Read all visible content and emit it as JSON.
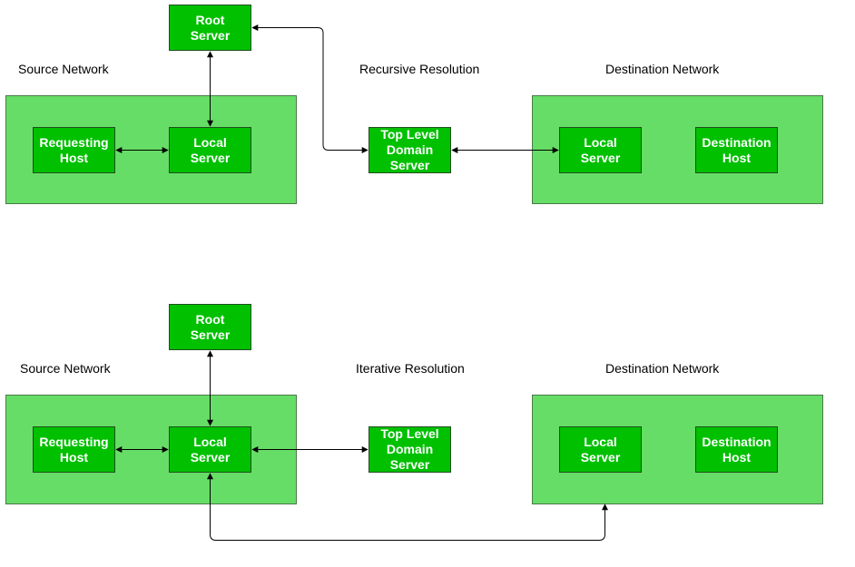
{
  "colors": {
    "network_fill": "#66dd66",
    "node_fill": "#00c000",
    "node_text": "#ffffff",
    "edge": "#000000"
  },
  "recursive": {
    "source_network_label": "Source Network",
    "title": "Recursive Resolution",
    "destination_network_label": "Destination Network",
    "root_server": "Root\nServer",
    "requesting_host": "Requesting\nHost",
    "local_server": "Local\nServer",
    "tld_server": "Top Level\nDomain\nServer",
    "dest_local_server": "Local\nServer",
    "destination_host": "Destination\nHost"
  },
  "iterative": {
    "source_network_label": "Source Network",
    "title": "Iterative Resolution",
    "destination_network_label": "Destination Network",
    "root_server": "Root\nServer",
    "requesting_host": "Requesting\nHost",
    "local_server": "Local\nServer",
    "tld_server": "Top Level\nDomain\nServer",
    "dest_local_server": "Local\nServer",
    "destination_host": "Destination\nHost"
  },
  "edges": [
    {
      "from": "requesting-host",
      "to": "local-server",
      "direction": "both",
      "section": "recursive"
    },
    {
      "from": "local-server",
      "to": "root-server",
      "direction": "both",
      "section": "recursive"
    },
    {
      "from": "root-server",
      "to": "tld-server",
      "direction": "both",
      "section": "recursive"
    },
    {
      "from": "tld-server",
      "to": "dest-local-server",
      "direction": "both",
      "section": "recursive"
    },
    {
      "from": "requesting-host",
      "to": "local-server",
      "direction": "both",
      "section": "iterative"
    },
    {
      "from": "local-server",
      "to": "root-server",
      "direction": "both",
      "section": "iterative"
    },
    {
      "from": "local-server",
      "to": "tld-server",
      "direction": "both",
      "section": "iterative"
    },
    {
      "from": "local-server",
      "to": "destination-network",
      "direction": "both",
      "section": "iterative"
    }
  ]
}
